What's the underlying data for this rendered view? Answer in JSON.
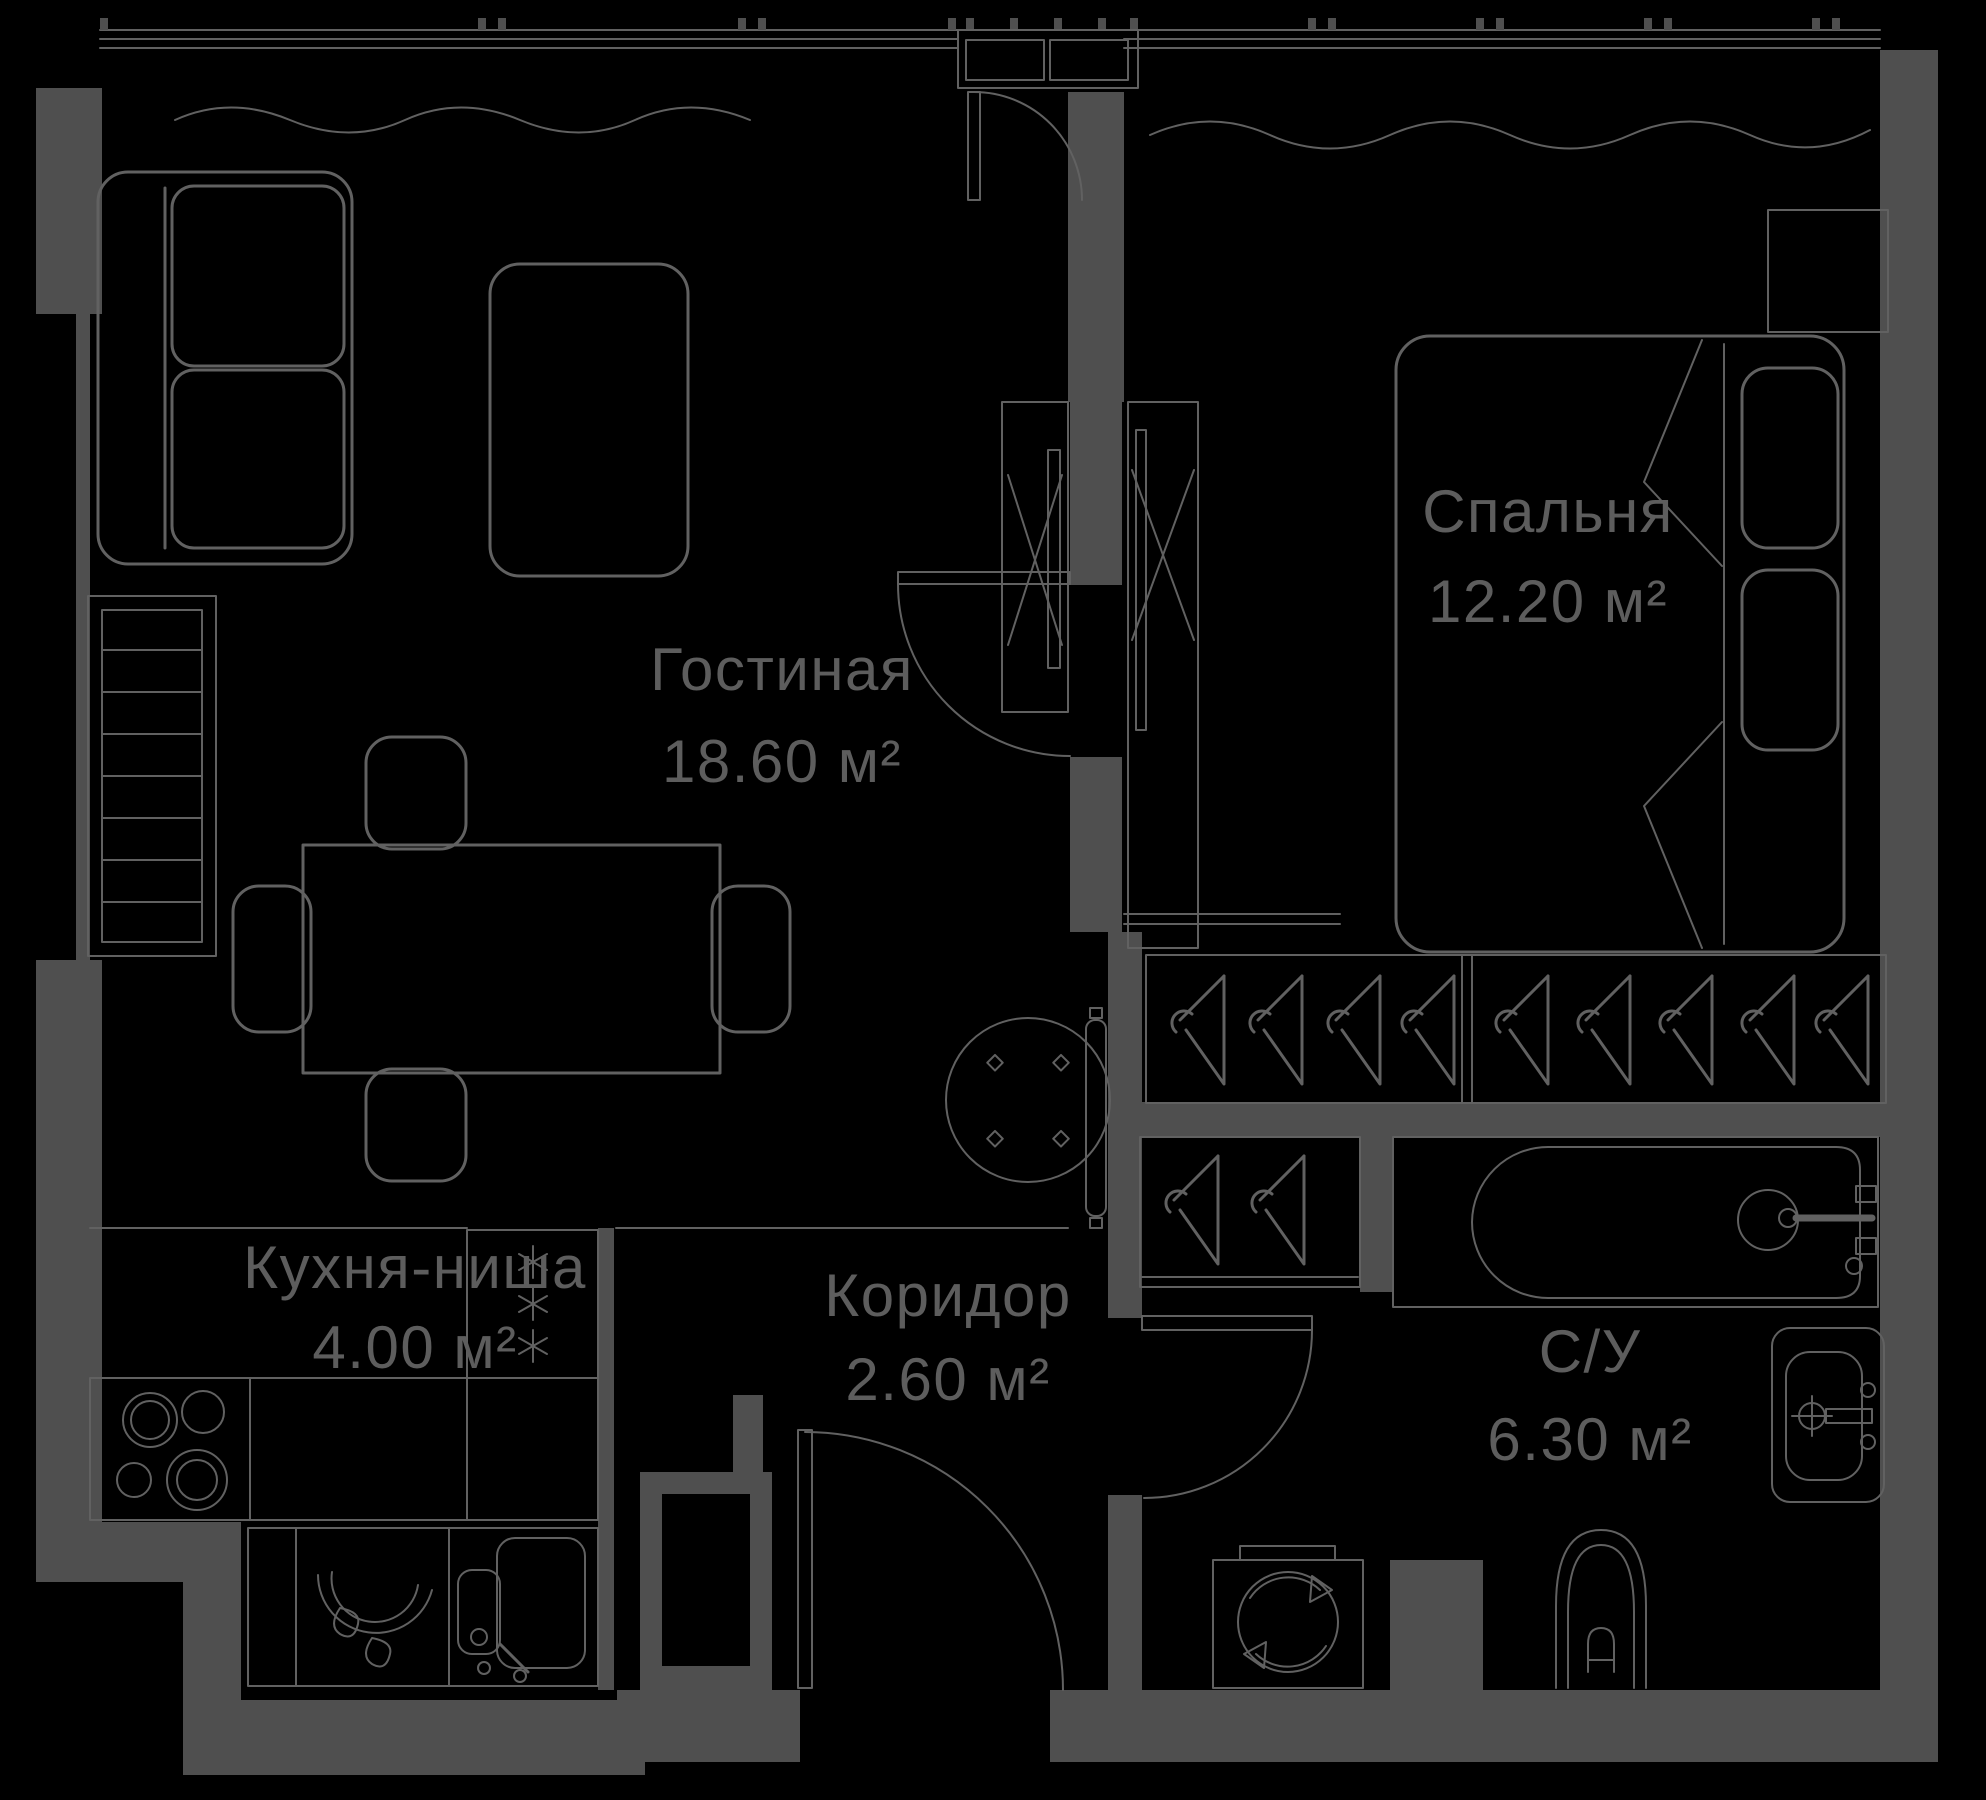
{
  "floorplan": {
    "rooms": {
      "living": {
        "name": "Гостиная",
        "area": "18.60 м²"
      },
      "bedroom": {
        "name": "Спальня",
        "area": "12.20 м²"
      },
      "kitchen": {
        "name": "Кухня-ниша",
        "area": "4.00 м²"
      },
      "corridor": {
        "name": "Коридор",
        "area": "2.60 м²"
      },
      "bathroom": {
        "name": "С/У",
        "area": "6.30 м²"
      }
    },
    "colors": {
      "background": "#000000",
      "walls": "#4f4f4f",
      "lines": "#616161",
      "text": "#5d5d5d"
    }
  }
}
